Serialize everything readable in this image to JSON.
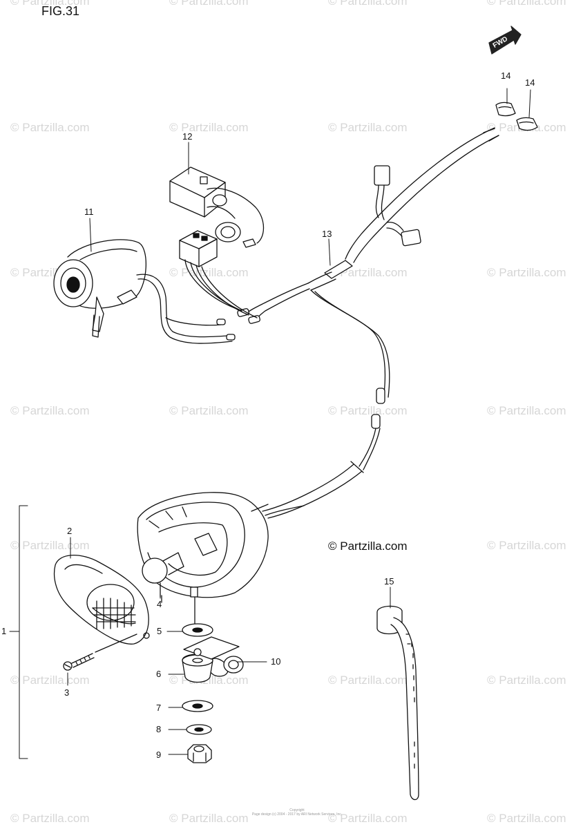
{
  "figure": {
    "title": "FIG.31"
  },
  "direction_badge": {
    "label": "FWD",
    "icon": "forward-arrow-icon"
  },
  "copyright": {
    "text": "© Partzilla.com"
  },
  "watermark": {
    "text": "© Partzilla.com"
  },
  "footer": {
    "line1": "Copyright",
    "line2": "Page design (c) 2004 - 2017 by ARI Network Services, Inc."
  },
  "callouts": [
    {
      "id": "1",
      "text": "1"
    },
    {
      "id": "2",
      "text": "2"
    },
    {
      "id": "3",
      "text": "3"
    },
    {
      "id": "4",
      "text": "4"
    },
    {
      "id": "5",
      "text": "5"
    },
    {
      "id": "6",
      "text": "6"
    },
    {
      "id": "7",
      "text": "7"
    },
    {
      "id": "8",
      "text": "8"
    },
    {
      "id": "9",
      "text": "9"
    },
    {
      "id": "10",
      "text": "10"
    },
    {
      "id": "11",
      "text": "11"
    },
    {
      "id": "12",
      "text": "12"
    },
    {
      "id": "13",
      "text": "13"
    },
    {
      "id": "14a",
      "text": "14"
    },
    {
      "id": "14b",
      "text": "14"
    },
    {
      "id": "15",
      "text": "15"
    }
  ]
}
